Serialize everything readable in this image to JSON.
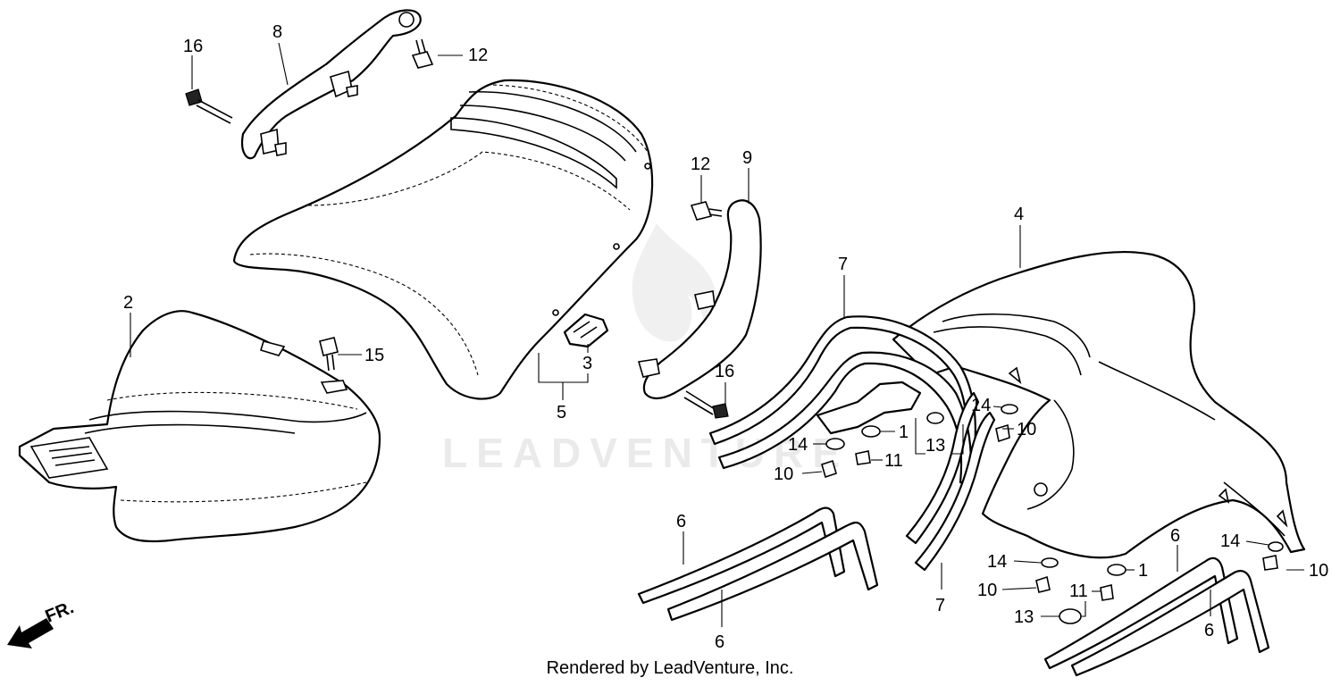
{
  "diagram": {
    "callouts": [
      "1",
      "2",
      "3",
      "4",
      "5",
      "6",
      "7",
      "8",
      "9",
      "10",
      "11",
      "12",
      "13",
      "14",
      "15",
      "16"
    ],
    "front_arrow_label": "FR.",
    "watermark": "LEADVENTURE",
    "footer": "Rendered by LeadVenture, Inc."
  }
}
